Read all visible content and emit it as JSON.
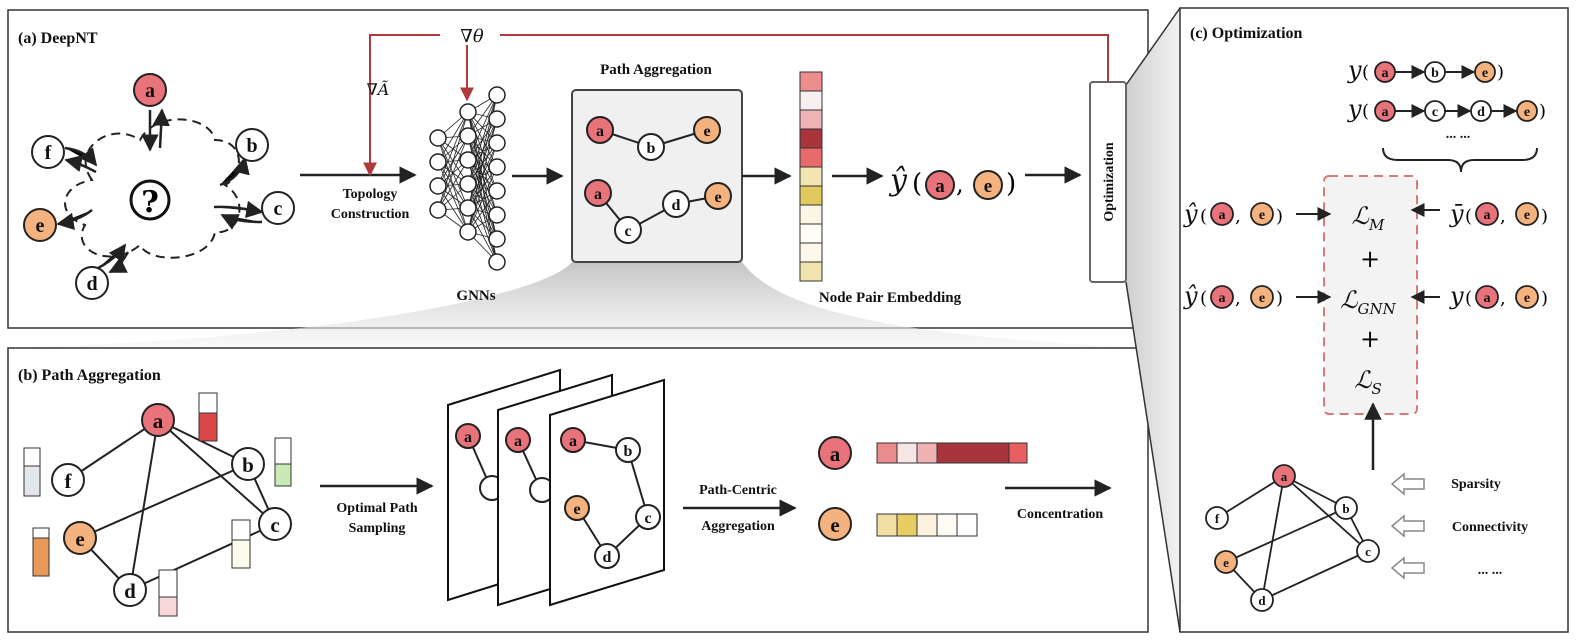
{
  "panels": {
    "a_title": "(a) DeepNT",
    "b_title": "(b) Path Aggregation",
    "c_title": "(c) Optimization"
  },
  "panel_a": {
    "unknown_mark": "?",
    "grad_theta": "∇θ",
    "grad_a": "∇Ã",
    "topology_label_1": "Topology",
    "topology_label_2": "Construction",
    "gnn_label": "GNNs",
    "path_agg_title": "Path Aggregation",
    "node_pair_label": "Node Pair Embedding",
    "prediction": "ŷ",
    "optimization_label": "Optimization"
  },
  "panel_b": {
    "sampling_label_1": "Optimal Path",
    "sampling_label_2": "Sampling",
    "aggregation_label_1": "Path-Centric",
    "aggregation_label_2": "Aggregation",
    "concentration_label": "Concentration"
  },
  "panel_c": {
    "ellipsis": "... ...",
    "loss_m": "ℒM",
    "loss_gnn": "ℒGNN",
    "loss_s": "ℒS",
    "plus": "+",
    "y_hat": "ŷ",
    "y_bar": "ȳ",
    "y": "y",
    "constraints": [
      "Sparsity",
      "Connectivity",
      "... ..."
    ]
  },
  "nodes": {
    "a": "a",
    "b": "b",
    "c": "c",
    "d": "d",
    "e": "e",
    "f": "f"
  },
  "colors": {
    "node_a": "#e8737a",
    "node_e": "#f3b27e",
    "gradient_line": "#b03a3a",
    "loss_box": "#d77a7a"
  }
}
